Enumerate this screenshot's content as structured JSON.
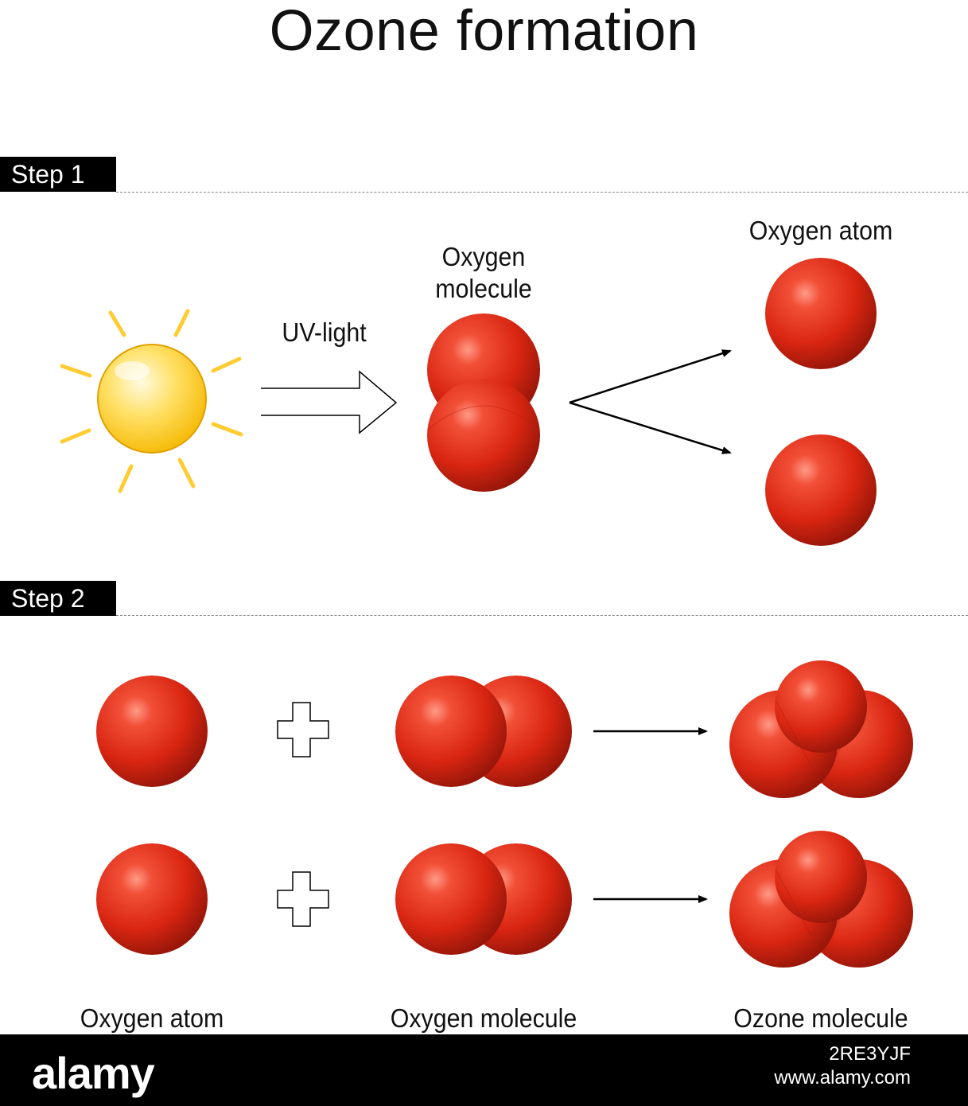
{
  "title": "Ozone formation",
  "steps": {
    "step1": "Step 1",
    "step2": "Step 2"
  },
  "step1": {
    "uv_light": "UV-light",
    "oxygen_molecule": "Oxygen\nmolecule",
    "oxygen_atom": "Oxygen atom"
  },
  "step2": {
    "labels": {
      "atom": "Oxygen atom",
      "molecule": "Oxygen molecule",
      "ozone": "Ozone molecule"
    }
  },
  "colors": {
    "atom_red": "#e8301c",
    "atom_dark": "#8e1408",
    "sun_yellow": "#ffd11a",
    "sun_ray": "#ffcc33"
  },
  "watermark": {
    "logo": "alamy",
    "image_id": "2RE3YJF",
    "url": "www.alamy.com"
  }
}
